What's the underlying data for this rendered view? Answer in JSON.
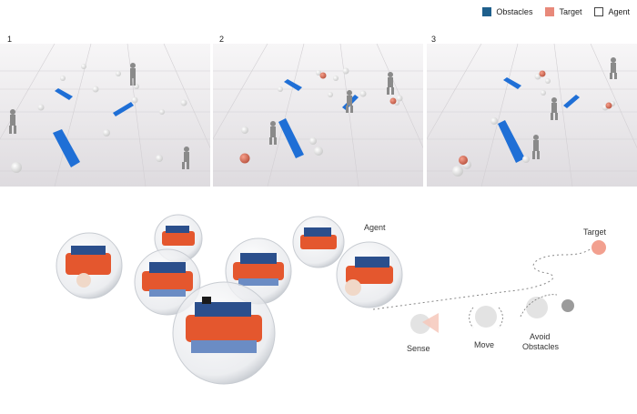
{
  "legend": {
    "items": [
      {
        "label": "Obstacles",
        "color": "#1e5f8c",
        "border": "#1e5f8c"
      },
      {
        "label": "Target",
        "color": "#e8897a",
        "border": "#e8897a"
      },
      {
        "label": "Agent",
        "color": "#ffffff",
        "border": "#444444"
      }
    ]
  },
  "panels": [
    {
      "number": "1"
    },
    {
      "number": "2"
    },
    {
      "number": "3"
    }
  ],
  "diagram": {
    "agent_label": "Agent",
    "target_label": "Target",
    "sense_label": "Sense",
    "move_label": "Move",
    "avoid_label_line1": "Avoid",
    "avoid_label_line2": "Obstacles"
  },
  "colors": {
    "obstacle_blue": "#1f6fd6",
    "target_coral": "#f2a08f",
    "robot_orange": "#e4572e",
    "robot_blue": "#2b4f8c"
  }
}
